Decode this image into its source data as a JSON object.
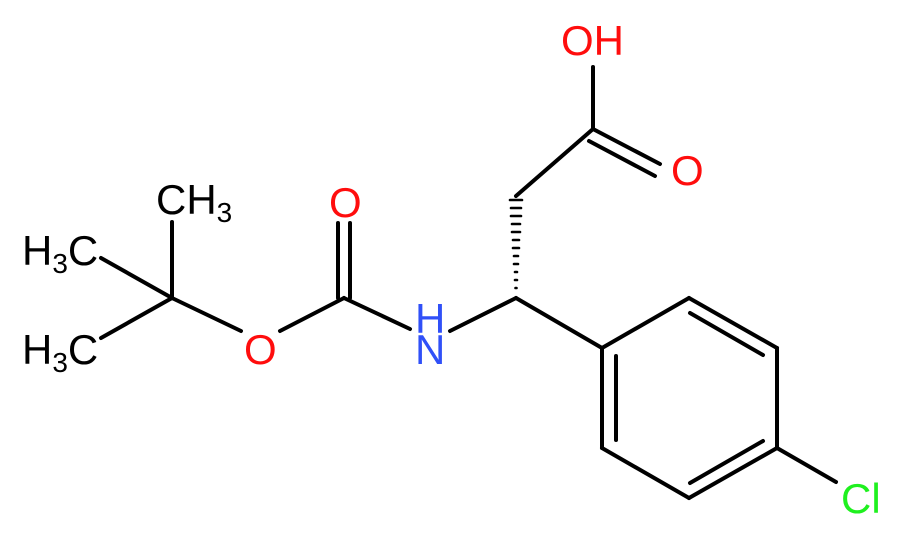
{
  "molecule": {
    "atoms": {
      "hydroxyl": "OH",
      "carbonyl_acid_o": "O",
      "carbonyl_boc_o": "O",
      "ester_o": "O",
      "amine_n": "N",
      "amine_h": "H",
      "chlorine": "Cl",
      "methyl_top": {
        "base": "CH",
        "sub": "3"
      },
      "methyl_left_1": {
        "base": "H",
        "sub": "3",
        "tail": "C"
      },
      "methyl_left_2": {
        "base": "H",
        "sub": "3",
        "tail": "C"
      }
    },
    "colors": {
      "oxygen": "#ff0d0d",
      "nitrogen": "#3050f8",
      "chlorine": "#1ff01f",
      "carbon_bond": "#000000"
    }
  }
}
